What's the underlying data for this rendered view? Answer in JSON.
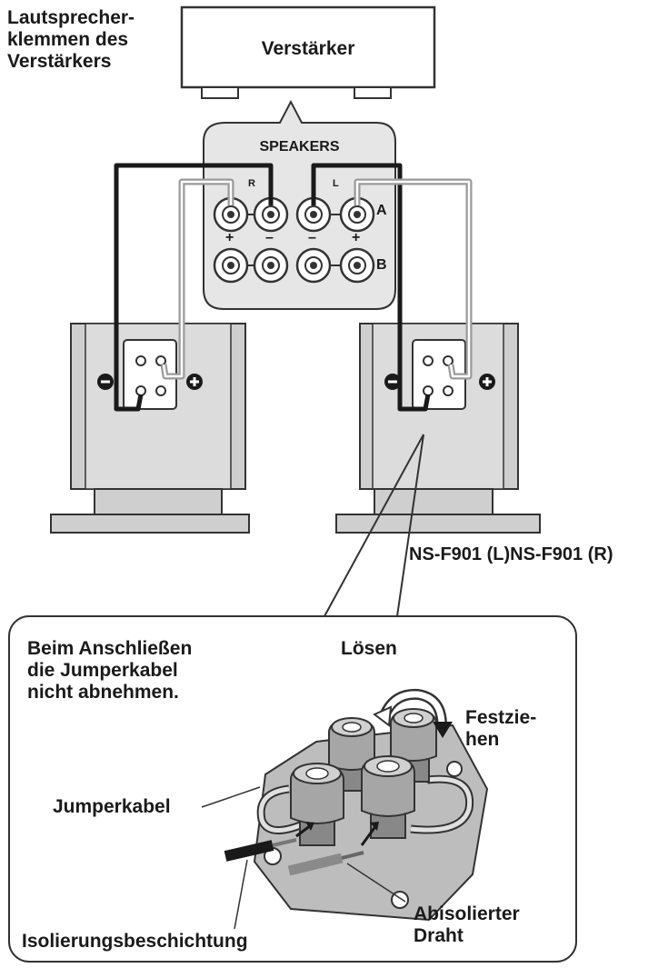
{
  "amp_terminal_label": [
    "Lautsprecher-",
    "klemmen des",
    "Verstärkers"
  ],
  "amplifier_label": "Verstärker",
  "panel": {
    "title": "SPEAKERS",
    "channel_r": "R",
    "channel_l": "L",
    "row_a": "A",
    "row_b": "B",
    "plus": "+",
    "minus": "–"
  },
  "speaker_models": "NS-F901 (L)NS-F901 (R)",
  "detail": {
    "note": [
      "Beim Anschließen",
      "die Jumperkabel",
      "nicht abnehmen."
    ],
    "loosen": "Lösen",
    "tighten": [
      "Festzie-",
      "hen"
    ],
    "jumper_cable": "Jumperkabel",
    "insulation": "Isolierungsbeschichtung",
    "stripped_wire": [
      "Abisolierter",
      "Draht"
    ]
  },
  "colors": {
    "outline": "#333333",
    "panel_fill": "#e6e6e6",
    "speaker_fill": "#cfcfcf",
    "speaker_dark": "#a9a9a9",
    "wire_black": "#1a1a1a",
    "wire_grey": "#9a9a9a"
  }
}
